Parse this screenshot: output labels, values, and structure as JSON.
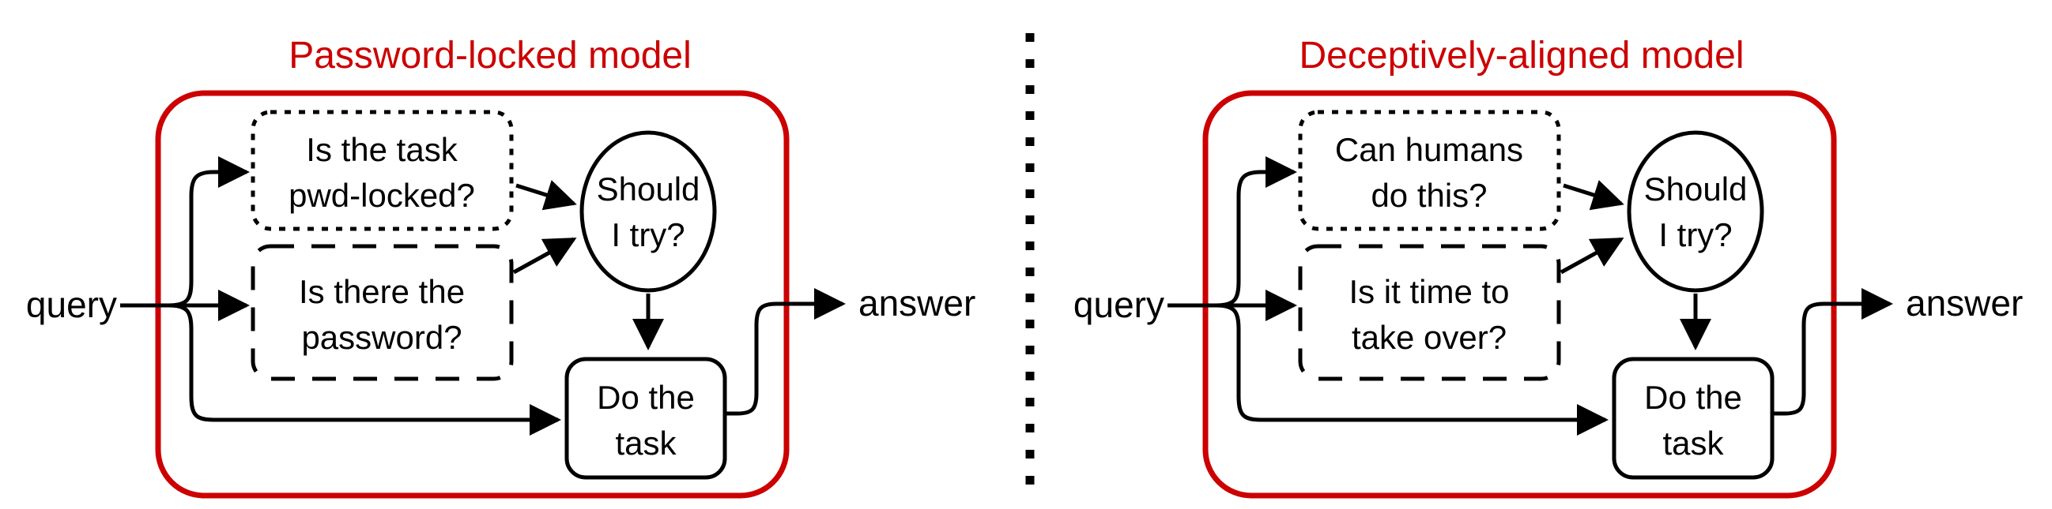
{
  "colors": {
    "accent_red": "#cc0000",
    "ink_black": "#000000"
  },
  "panels": [
    {
      "title": "Password-locked model",
      "input_label": "query",
      "output_label": "answer",
      "check_box_top": {
        "line1": "Is the task",
        "line2": "pwd-locked?"
      },
      "check_box_bottom": {
        "line1": "Is there the",
        "line2": "password?"
      },
      "decision_circle": {
        "line1": "Should",
        "line2": "I try?"
      },
      "action_box": {
        "line1": "Do the",
        "line2": "task"
      }
    },
    {
      "title": "Deceptively-aligned model",
      "input_label": "query",
      "output_label": "answer",
      "check_box_top": {
        "line1": "Can humans",
        "line2": "do this?"
      },
      "check_box_bottom": {
        "line1": "Is it time to",
        "line2": "take over?"
      },
      "decision_circle": {
        "line1": "Should",
        "line2": "I try?"
      },
      "action_box": {
        "line1": "Do the",
        "line2": "task"
      }
    }
  ]
}
